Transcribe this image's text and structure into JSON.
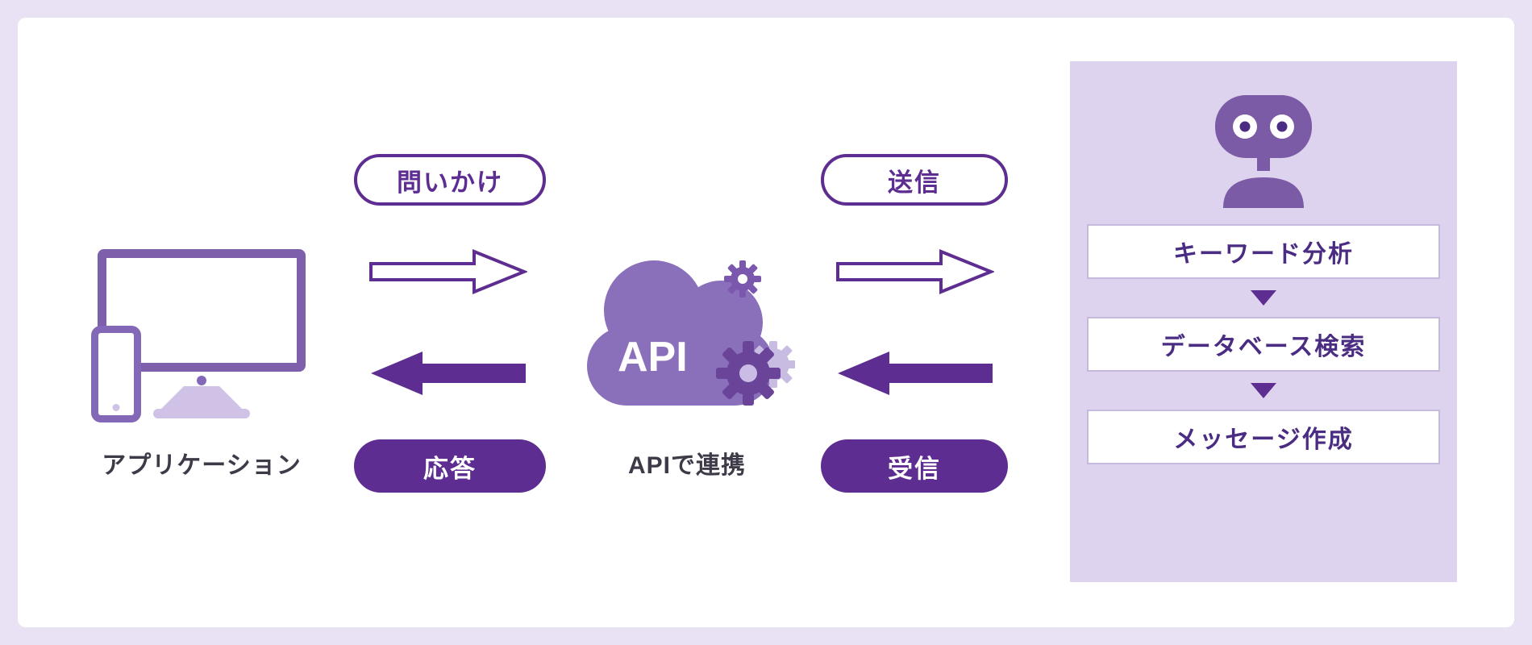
{
  "colors": {
    "outer_background": "#E9E2F4",
    "panel_background": "#FFFFFF",
    "accent_dark_purple": "#5E2D91",
    "icon_purple": "#7E5FAC",
    "cloud_purple": "#8A6FBB",
    "bot_panel_background": "#DDD3EE"
  },
  "application": {
    "label": "アプリケーション"
  },
  "api": {
    "cloud_text": "API",
    "label": "APIで連携"
  },
  "flows": {
    "request": "問いかけ",
    "response": "応答",
    "send": "送信",
    "receive": "受信"
  },
  "bot": {
    "steps": [
      {
        "label": "キーワード分析"
      },
      {
        "label": "データベース検索"
      },
      {
        "label": "メッセージ作成"
      }
    ]
  }
}
